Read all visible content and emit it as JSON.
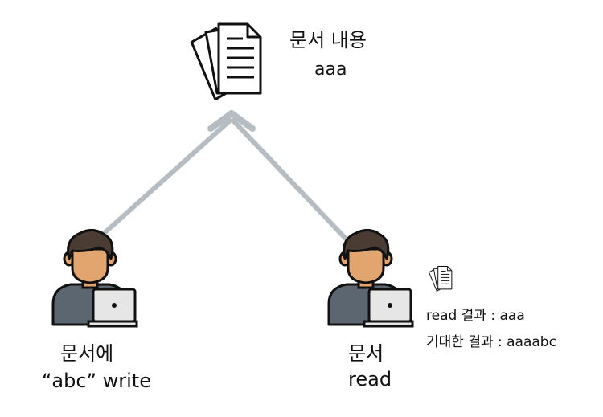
{
  "document": {
    "title": "문서 내용",
    "content": "aaa",
    "icon": "documents-icon"
  },
  "writer": {
    "line1": "문서에",
    "line2": "“abc” write",
    "icon": "person-laptop-icon"
  },
  "reader": {
    "line1": "문서",
    "line2": "read",
    "icon": "person-laptop-icon"
  },
  "note": {
    "icon": "documents-icon",
    "read_result": "read 결과 : aaa",
    "expected_result": "기대한 결과 : aaaabc"
  },
  "colors": {
    "arrow": "#b5bcc2",
    "skin": "#e3a56f",
    "hair": "#4a3b33",
    "shirt": "#5c6670",
    "laptop_screen": "#e6e6e6",
    "outline": "#111111"
  }
}
